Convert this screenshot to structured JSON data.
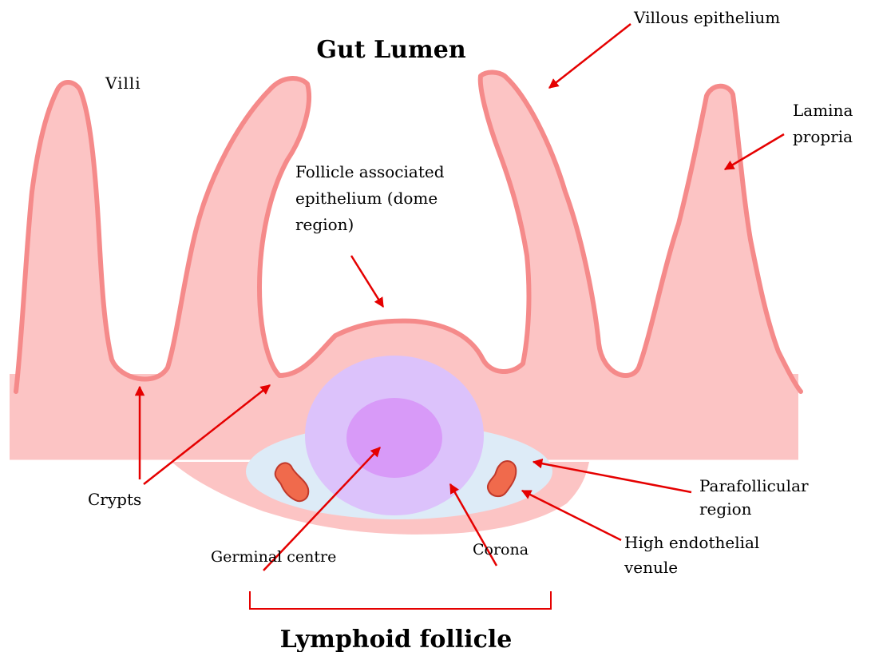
{
  "title": "Gut Lumen",
  "footer_title": "Lymphoid follicle",
  "labels": {
    "villi": "Villi",
    "villous_epithelium": "Villous epithelium",
    "lamina_propria_line1": "Lamina",
    "lamina_propria_line2": "propria",
    "fae_line1": "Follicle associated",
    "fae_line2": "epithelium (dome",
    "fae_line3": "region)",
    "crypts": "Crypts",
    "parafollicular_line1": "Parafollicular",
    "parafollicular_line2": "region",
    "hev_line1": "High endothelial",
    "hev_line2": "venule",
    "germinal_centre": "Germinal centre",
    "corona": "Corona"
  },
  "colors": {
    "tissue_fill": "#fcc4c4",
    "tissue_outline": "#f58a8a",
    "parafollicular_fill": "#ddebf7",
    "corona_fill": "#dcc2fb",
    "germinal_fill": "#d89af8",
    "hev_fill": "#f06a4c",
    "hev_outline": "#c0392b",
    "arrow": "#e50000",
    "bracket": "#e50000"
  }
}
